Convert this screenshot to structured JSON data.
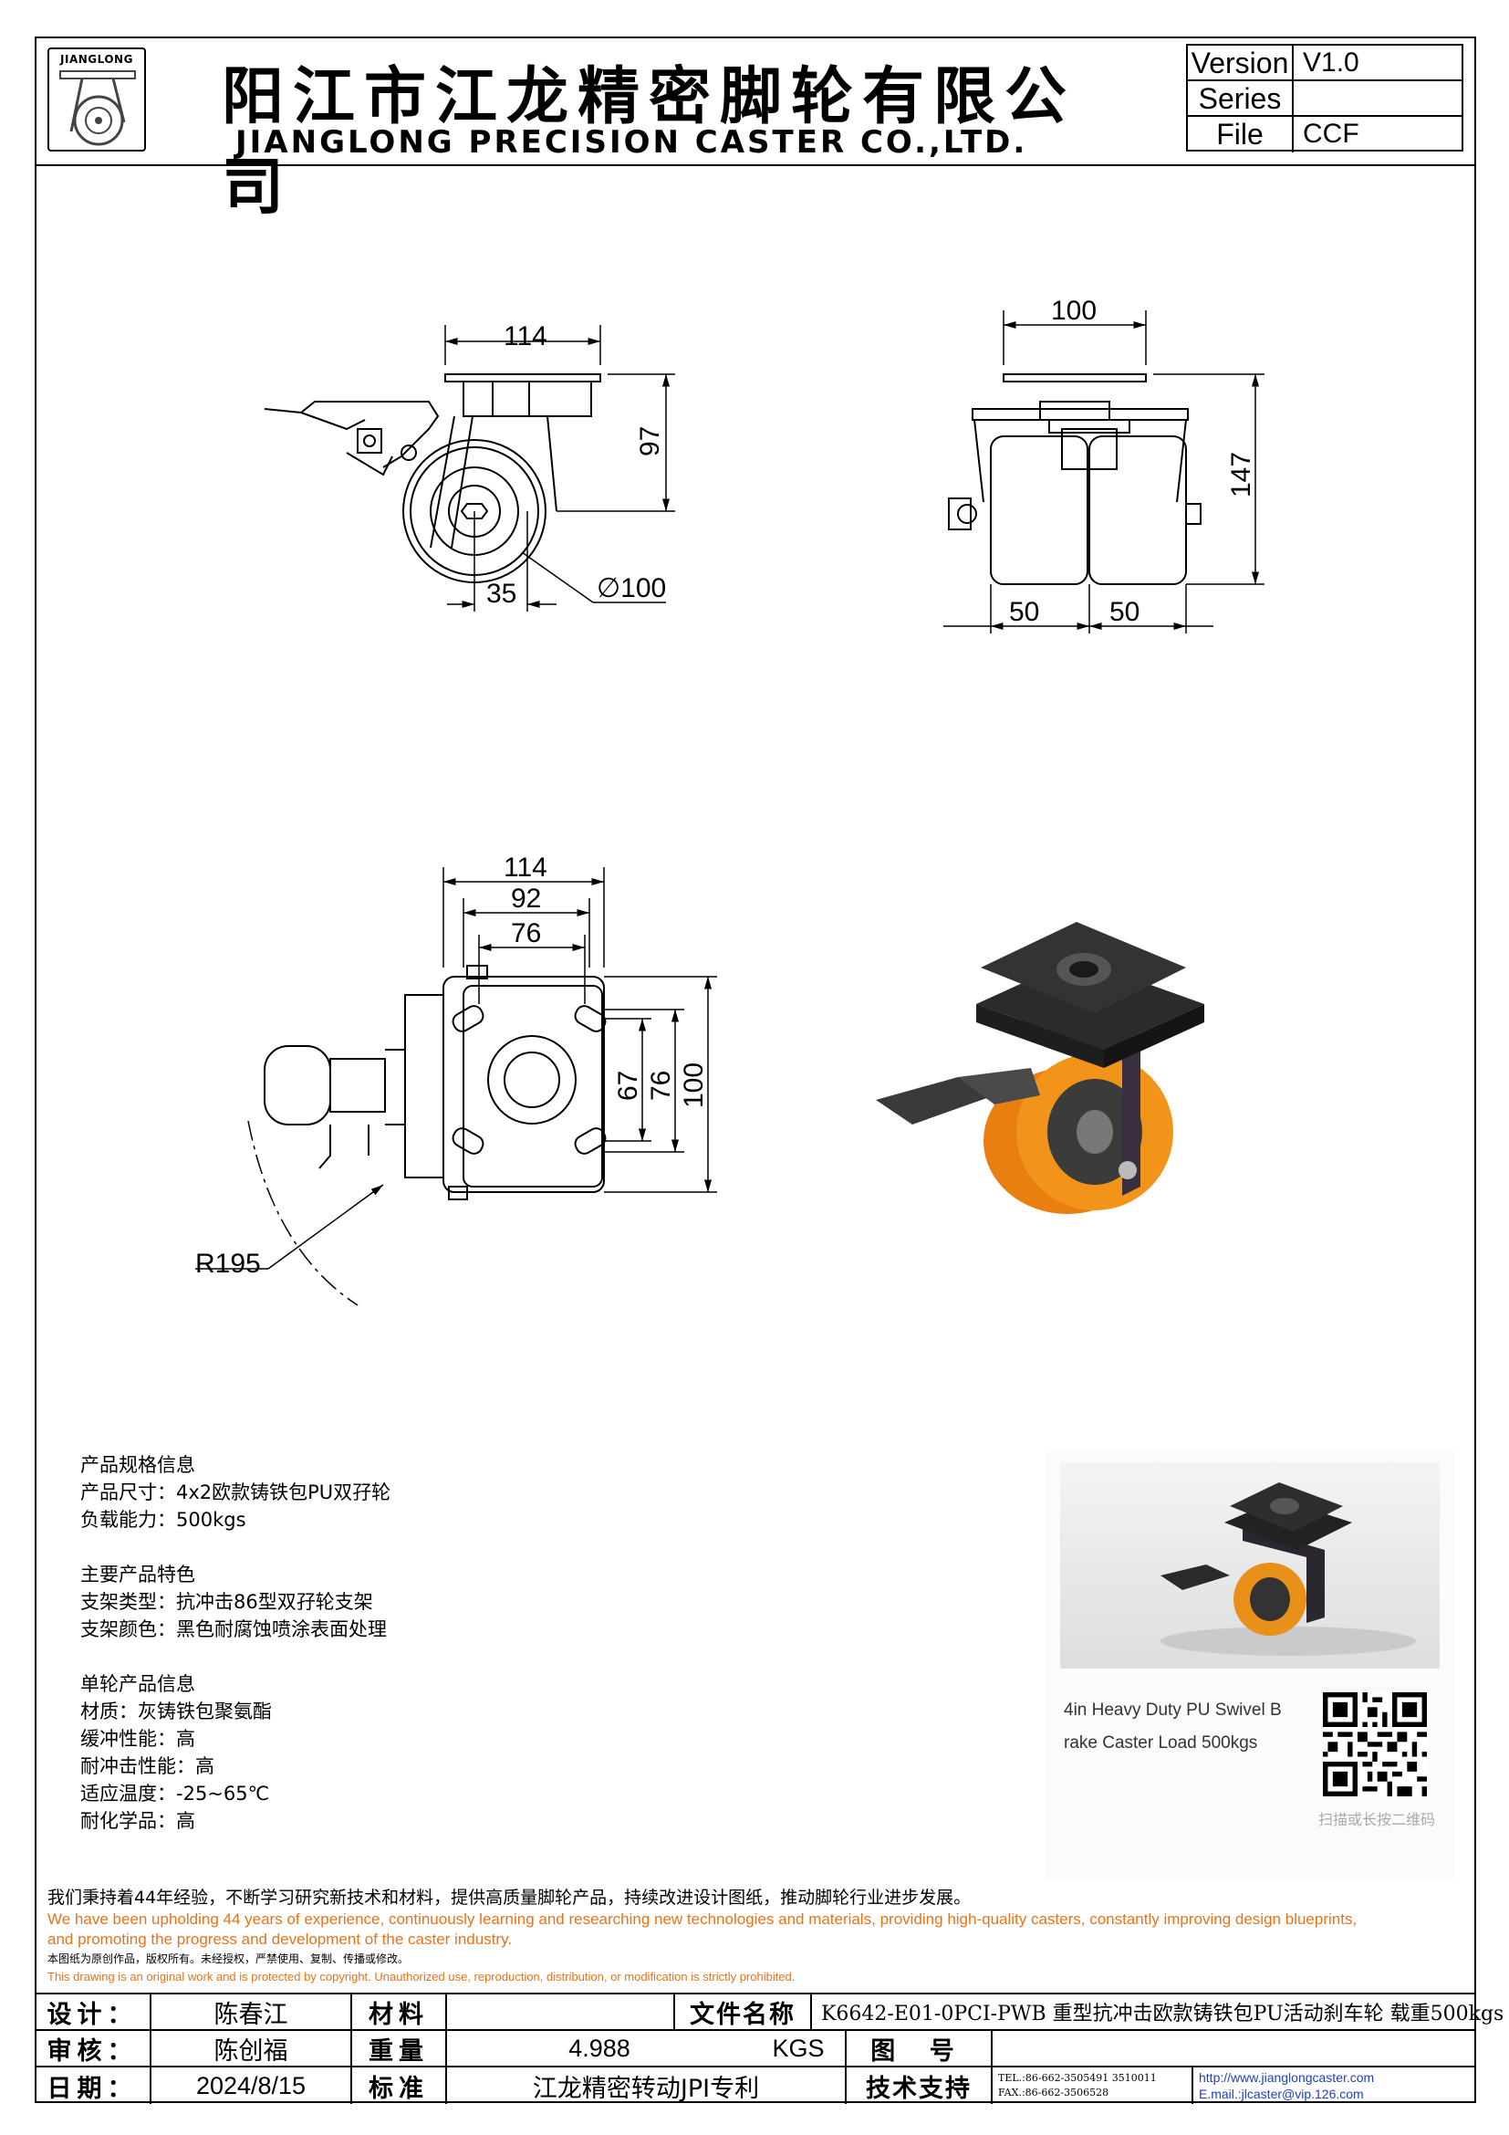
{
  "company": {
    "logo_text": "JIANGLONG",
    "name_cn": "阳江市江龙精密脚轮有限公司",
    "name_en": "JIANGLONG PRECISION CASTER CO.,LTD."
  },
  "version_table": [
    {
      "label": "Version",
      "value": "V1.0"
    },
    {
      "label": "Series",
      "value": ""
    },
    {
      "label": "File",
      "value": "CCF"
    }
  ],
  "dimensions": {
    "side_top_width": "114",
    "side_height": "97",
    "side_offset": "35",
    "wheel_diameter": "∅100",
    "front_top_width": "100",
    "front_height": "147",
    "wheel_width_left": "50",
    "wheel_width_right": "50",
    "plan_width_outer": "114",
    "plan_width_mid": "92",
    "plan_width_inner": "76",
    "plan_v_inner": "67",
    "plan_v_mid": "76",
    "plan_v_outer": "100",
    "swivel_radius": "R195"
  },
  "specs": [
    {
      "heading": "产品规格信息",
      "lines": [
        "产品尺寸：4x2欧款铸铁包PU双孖轮",
        "负载能力：500kgs"
      ]
    },
    {
      "heading": "主要产品特色",
      "lines": [
        "支架类型：抗冲击86型双孖轮支架",
        "支架颜色：黑色耐腐蚀喷涂表面处理"
      ]
    },
    {
      "heading": "单轮产品信息",
      "lines": [
        "材质：灰铸铁包聚氨酯",
        "缓冲性能：高",
        "耐冲击性能：高",
        "适应温度：-25~65℃",
        "耐化学品：高"
      ]
    }
  ],
  "card": {
    "caption_line1": "4in Heavy Duty PU Swivel B",
    "caption_line2": "rake Caster Load 500kgs",
    "qr_note": "扫描或长按二维码"
  },
  "statement": {
    "cn": "我们秉持着44年经验，不断学习研究新技术和材料，提供高质量脚轮产品，持续改进设计图纸，推动脚轮行业进步发展。",
    "en1": "We have been upholding 44 years of experience, continuously learning and researching new technologies and materials, providing high-quality casters, constantly improving design blueprints,",
    "en2": "and promoting the progress and development of the caster industry.",
    "cn_small": "本图纸为原创作品，版权所有。未经授权，严禁使用、复制、传播或修改。",
    "en_small": "This drawing is an original work and is protected by copyright. Unauthorized use, reproduction, distribution, or modification is strictly prohibited."
  },
  "title_block": {
    "design_label": "设计：",
    "design_value": "陈春江",
    "material_label": "材料",
    "material_value": "",
    "part_name_label": "文件名称",
    "part_name_value": "K6642-E01-0PCI-PWB 重型抗冲击欧款铸铁包PU活动刹车轮 载重500kgs",
    "review_label": "审核：",
    "review_value": "陈创福",
    "weight_label": "重量",
    "weight_value": "4.988",
    "weight_unit": "KGS",
    "drawing_no_label": "图 号",
    "drawing_no_value": "",
    "date_label": "日期：",
    "date_value": "2024/8/15",
    "standard_label": "标准",
    "standard_value": "江龙精密转动JPI专利",
    "support_label": "技术支持",
    "tel": "TEL.:86-662-3505491 3510011",
    "fax": "FAX.:86-662-3506528",
    "website": "http://www.jianglongcaster.com",
    "email": "E.mail.:jlcaster@vip.126.com"
  }
}
